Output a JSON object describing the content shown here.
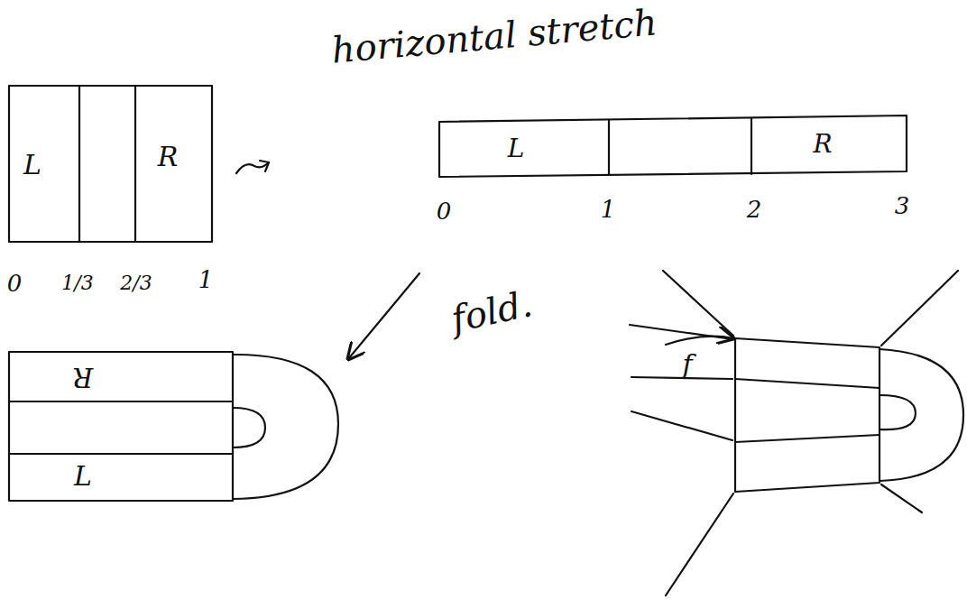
{
  "diagram": {
    "labels": [
      "L",
      "R",
      "0",
      "1/3",
      "2/3",
      "1",
      "horizontal stretch",
      "L",
      "R",
      "0",
      "1",
      "2",
      "3",
      "fold.",
      "R",
      "L",
      "f"
    ]
  }
}
